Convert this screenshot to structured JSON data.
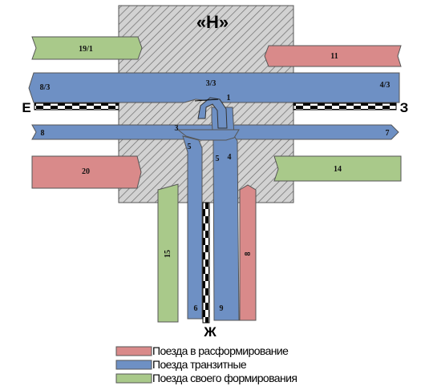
{
  "hub_label": "«Н»",
  "directions": {
    "west": "Е",
    "east": "З",
    "south": "Ж"
  },
  "colors": {
    "reform": "#d98a8a",
    "transit": "#6e90c4",
    "own": "#a9c98a",
    "hatch": "#c8c8c8"
  },
  "flows": {
    "f19_1": "19/1",
    "f11": "11",
    "f3_3": "3/3",
    "f8_3": "8/3",
    "f4_3": "4/3",
    "f1": "1",
    "f8": "8",
    "f7": "7",
    "f3": "3",
    "f5_left": "5",
    "f5_right": "5",
    "f4": "4",
    "f20": "20",
    "f14": "14",
    "f15": "15",
    "f8_south": "8",
    "f6": "6",
    "f9": "9"
  },
  "legend": [
    {
      "key": "reform",
      "label": "Поезда в расформирование"
    },
    {
      "key": "transit",
      "label": "Поезда транзитные"
    },
    {
      "key": "own",
      "label": "Поезда своего формирования"
    }
  ]
}
